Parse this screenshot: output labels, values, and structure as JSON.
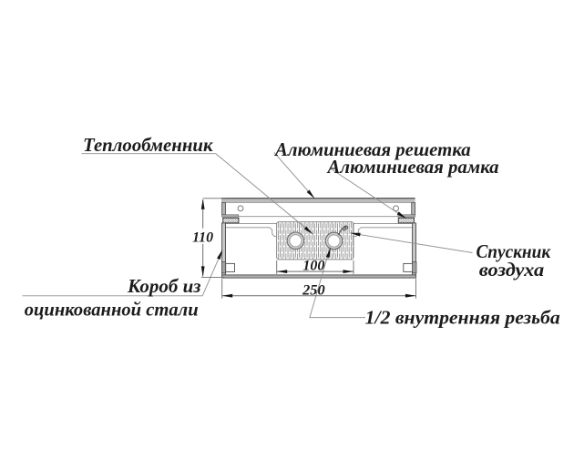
{
  "figure": {
    "type": "technical-drawing",
    "description": "Cross-section drawing of an in-floor water convector (heating unit) with callout labels and dimensions",
    "language": "Russian"
  },
  "callouts": {
    "heat_exchanger": "Теплообменник",
    "aluminum_grille": "Алюминиевая решетка",
    "aluminum_frame": "Алюминиевая рамка",
    "air_vent": {
      "lines": [
        "Спускник",
        "воздуха"
      ]
    },
    "steel_box": {
      "lines": [
        "Короб из",
        "оцинкованной стали"
      ]
    },
    "thread": "1/2 внутренняя резьба"
  },
  "dimensions": {
    "height": "110",
    "pipe_block_width": "100",
    "box_width": "250"
  },
  "colors": {
    "background": "#ffffff",
    "label_text": "#1c1c1c",
    "thin_lines": "#8c8c8c",
    "dark_edges": "#454545",
    "leader_lines": "#919191",
    "dimension_lines": "#6b6b6b",
    "arrowheads": "#141414",
    "metal_fill": "#bcbcbc"
  }
}
